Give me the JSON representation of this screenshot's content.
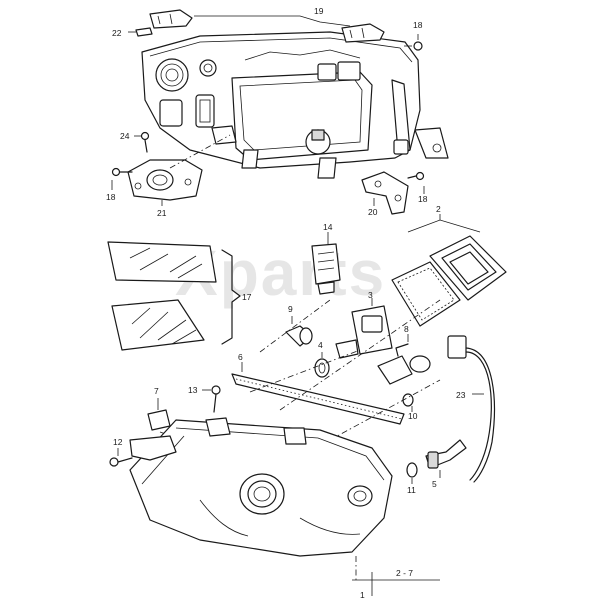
{
  "watermark": "Xparts",
  "callouts": {
    "c1": "1",
    "c2": "2",
    "c2_7": "2 - 7",
    "c3": "3",
    "c4": "4",
    "c5": "5",
    "c6": "6",
    "c7": "7",
    "c8": "8",
    "c9": "9",
    "c10": "10",
    "c11": "11",
    "c12": "12",
    "c13": "13",
    "c14": "14",
    "c17": "17",
    "c18a": "18",
    "c18b": "18",
    "c18c": "18",
    "c19": "19",
    "c20": "20",
    "c21": "21",
    "c22": "22",
    "c23": "23",
    "c24": "24"
  }
}
